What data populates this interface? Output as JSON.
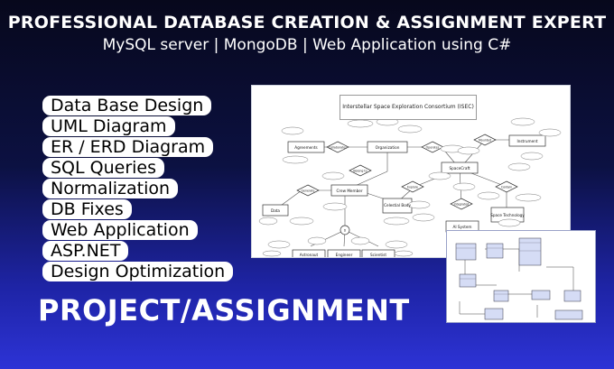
{
  "header": {
    "title": "PROFESSIONAL DATABASE CREATION & ASSIGNMENT EXPERT",
    "subtitle": "MySQL server | MongoDB | Web Application using C#"
  },
  "skills": [
    "Data Base Design",
    "UML Diagram",
    "ER / ERD Diagram",
    "SQL Queries",
    "Normalization",
    "DB Fixes",
    "Web Application",
    "ASP.NET",
    "Design Optimization"
  ],
  "footer": {
    "label": "PROJECT/ASSIGNMENT"
  },
  "erd": {
    "title": "Interstellar Space Exploration Consortium (ISEC)",
    "entities": [
      "Organization",
      "Instrument",
      "Agreements",
      "SpaceCraft",
      "Crew Member",
      "Celestial Body",
      "Data",
      "AI System",
      "Space Technology",
      "Astronaut",
      "Engineer",
      "Scientist"
    ],
    "relationships": [
      "Collaborates",
      "Operates",
      "Mounted",
      "Belong to",
      "Generate",
      "Explore",
      "Navigates",
      "Contain",
      "Integrated",
      "D"
    ]
  },
  "colors": {
    "accent": "#2d33d6",
    "background_top": "#07081c",
    "text": "#ffffff"
  }
}
